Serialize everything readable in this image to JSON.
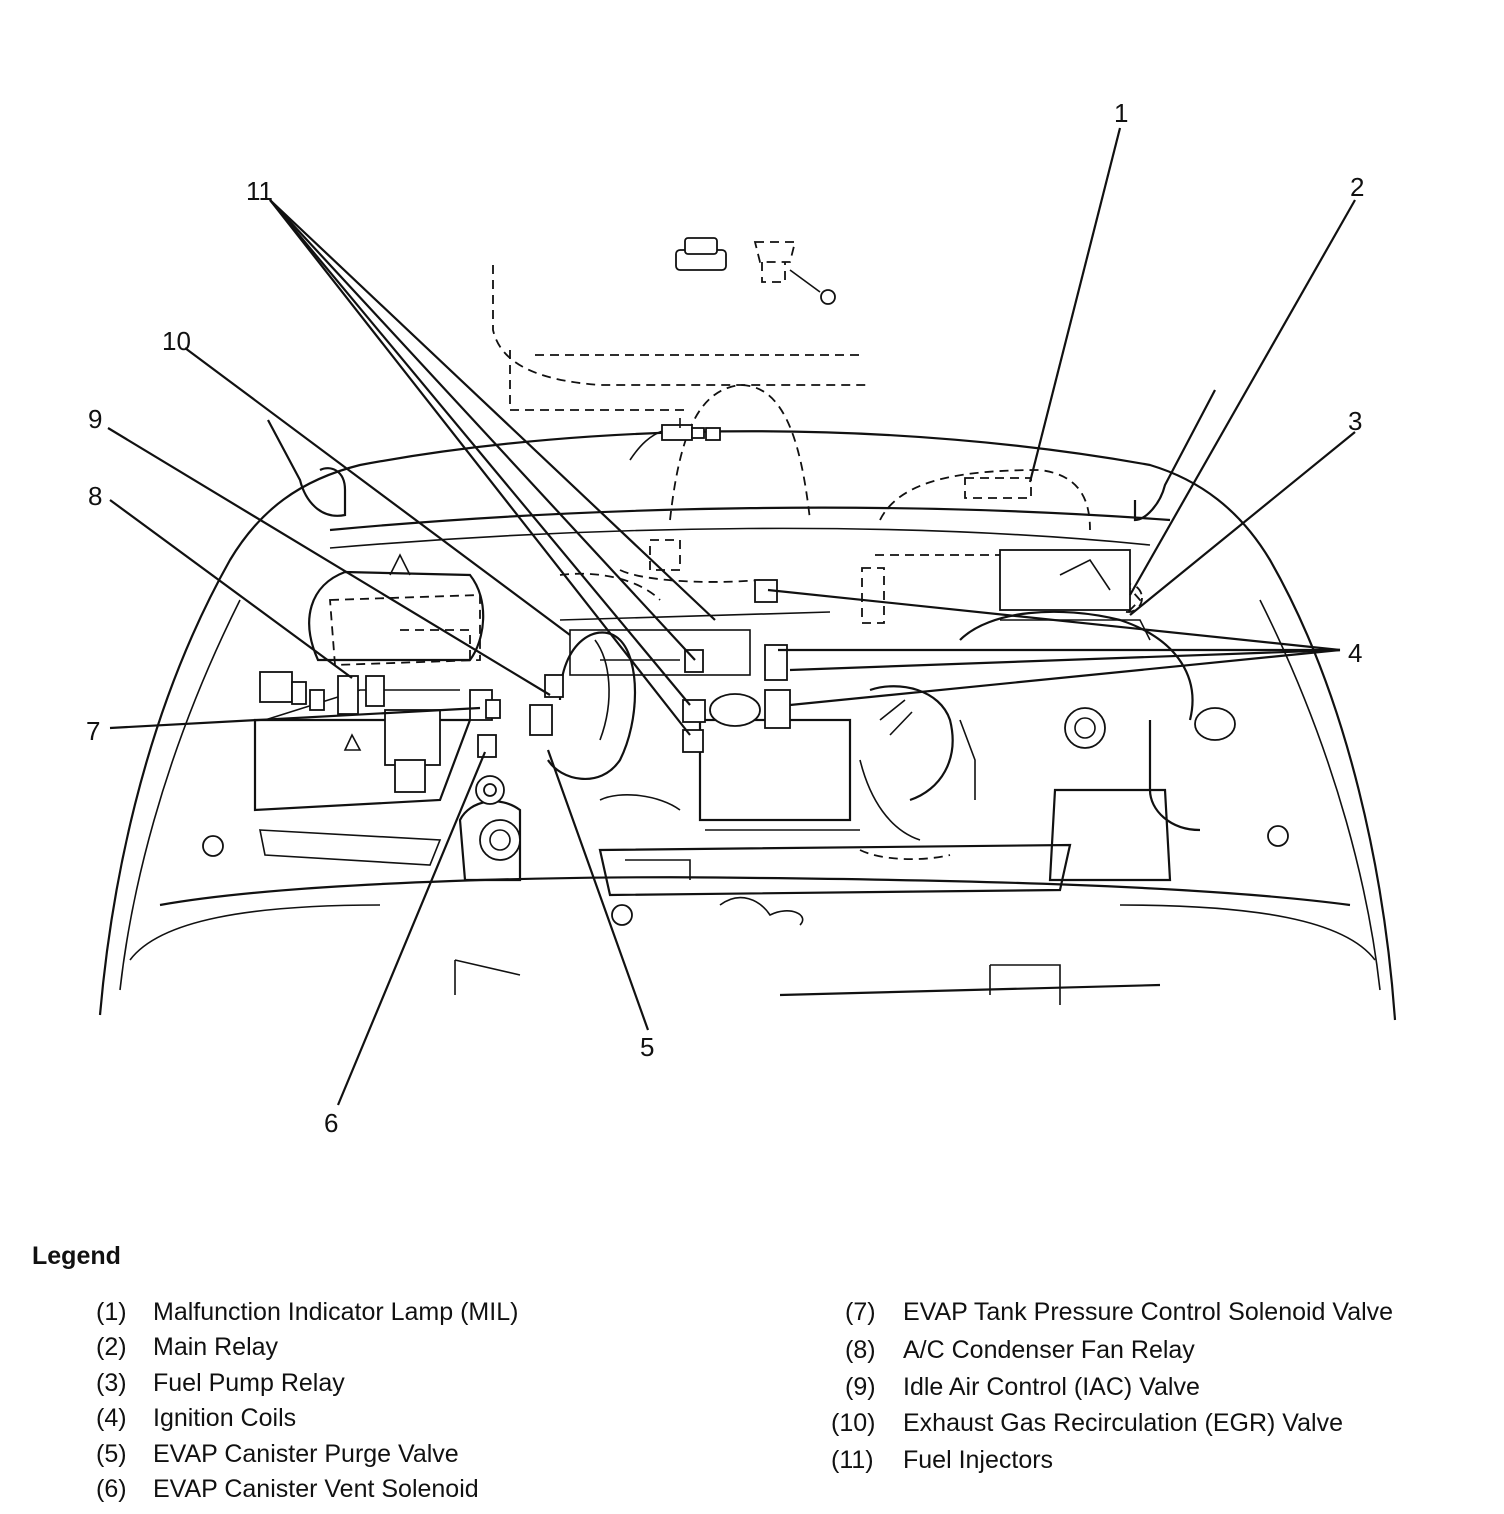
{
  "callouts": [
    "1",
    "2",
    "3",
    "4",
    "5",
    "6",
    "7",
    "8",
    "9",
    "10",
    "11"
  ],
  "legend": {
    "title": "Legend",
    "items": [
      {
        "num": "(1)",
        "text": "Malfunction Indicator Lamp (MIL)"
      },
      {
        "num": "(2)",
        "text": "Main Relay"
      },
      {
        "num": "(3)",
        "text": "Fuel Pump Relay"
      },
      {
        "num": "(4)",
        "text": "Ignition Coils"
      },
      {
        "num": "(5)",
        "text": "EVAP Canister Purge Valve"
      },
      {
        "num": "(6)",
        "text": "EVAP Canister Vent Solenoid"
      },
      {
        "num": "(7)",
        "text": "EVAP Tank Pressure Control Solenoid Valve"
      },
      {
        "num": "(8)",
        "text": "A/C Condenser Fan Relay"
      },
      {
        "num": "(9)",
        "text": "Idle Air Control (IAC) Valve"
      },
      {
        "num": "(10)",
        "text": "Exhaust Gas Recirculation (EGR) Valve"
      },
      {
        "num": "(11)",
        "text": "Fuel Injectors"
      }
    ]
  }
}
